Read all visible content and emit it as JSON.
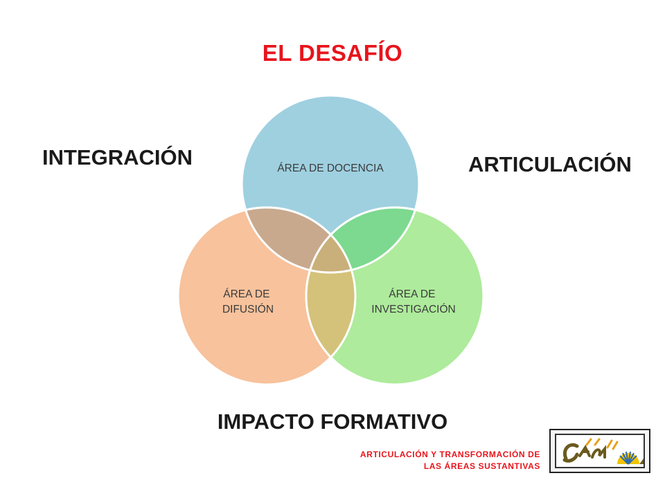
{
  "title": "EL DESAFÍO",
  "labels": {
    "integracion": "INTEGRACIÓN",
    "articulacion": "ARTICULACIÓN",
    "impacto": "IMPACTO FORMATIVO"
  },
  "circles": [
    {
      "name": "docencia",
      "lines": [
        "ÁREA DE DOCENCIA"
      ],
      "color": "#9fd0e0"
    },
    {
      "name": "difusion",
      "lines": [
        "ÁREA DE",
        "DIFUSIÓN"
      ],
      "color": "#f7c29c"
    },
    {
      "name": "investigacion",
      "lines": [
        "ÁREA DE",
        "INVESTIGACIÓN"
      ],
      "color": "#aeeb9c"
    }
  ],
  "footer": {
    "line1": "ARTICULACIÓN Y TRANSFORMACIÓN DE",
    "line2": "LAS ÁREAS SUSTANTIVAS"
  },
  "colors": {
    "title": "#e8141c",
    "footer": "#e8141c",
    "overlap_docencia_difusion": "#c8a98e",
    "overlap_docencia_investigacion": "#7cd98f",
    "overlap_difusion_investigacion": "#d4c27a",
    "overlap_center": "#c9b07a"
  }
}
